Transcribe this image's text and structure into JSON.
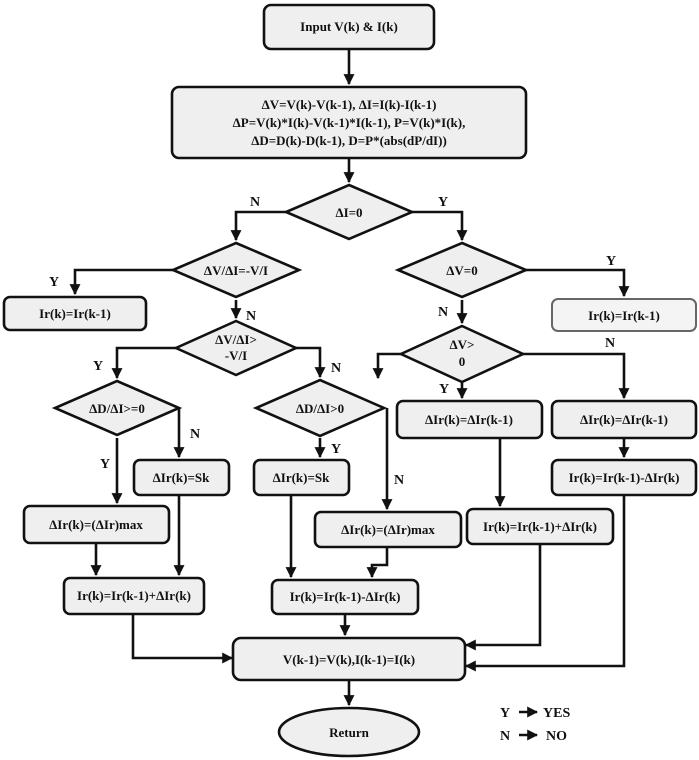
{
  "nodes": {
    "input": "Input  V(k) & I(k)",
    "calc": [
      "ΔV=V(k)-V(k-1), ΔI=I(k)-I(k-1)",
      "ΔP=V(k)*I(k)-V(k-1)*I(k-1), P=V(k)*I(k),",
      "ΔD=D(k)-D(k-1), D=P*(abs(dP/dI))"
    ],
    "di_zero": "ΔI=0",
    "dv_di_eq": "ΔV/ΔI=-V/I",
    "ir_hold_left": "Ir(k)=Ir(k-1)",
    "dv_di_gt": [
      "ΔV/ΔI>",
      "-V/I"
    ],
    "dd_di_ge": "ΔD/ΔI>=0",
    "dir_sk_1": "ΔIr(k)=Sk",
    "dir_max_1": "ΔIr(k)=(ΔIr)max",
    "ir_plus_1": "Ir(k)=Ir(k-1)+ΔIr(k)",
    "dd_di_gt": "ΔD/ΔI>0",
    "dir_sk_2": "ΔIr(k)=Sk",
    "dir_max_2": "ΔIr(k)=(ΔIr)max",
    "ir_minus_1": "Ir(k)=Ir(k-1)-ΔIr(k)",
    "dv_zero": "ΔV=0",
    "ir_hold_right": "Ir(k)=Ir(k-1)",
    "dv_gt": [
      "ΔV>",
      "0"
    ],
    "dir_prev_1": "ΔIr(k)=ΔIr(k-1)",
    "ir_plus_2": "Ir(k)=Ir(k-1)+ΔIr(k)",
    "dir_prev_2": "ΔIr(k)=ΔIr(k-1)",
    "ir_minus_2": "Ir(k)=Ir(k-1)-ΔIr(k)",
    "update": "V(k-1)=V(k),I(k-1)=I(k)",
    "return": "Return"
  },
  "branch_labels": {
    "yes": "Y",
    "no": "N"
  },
  "legend": {
    "y_key": "Y",
    "y_text": "YES",
    "n_key": "N",
    "n_text": "NO"
  }
}
